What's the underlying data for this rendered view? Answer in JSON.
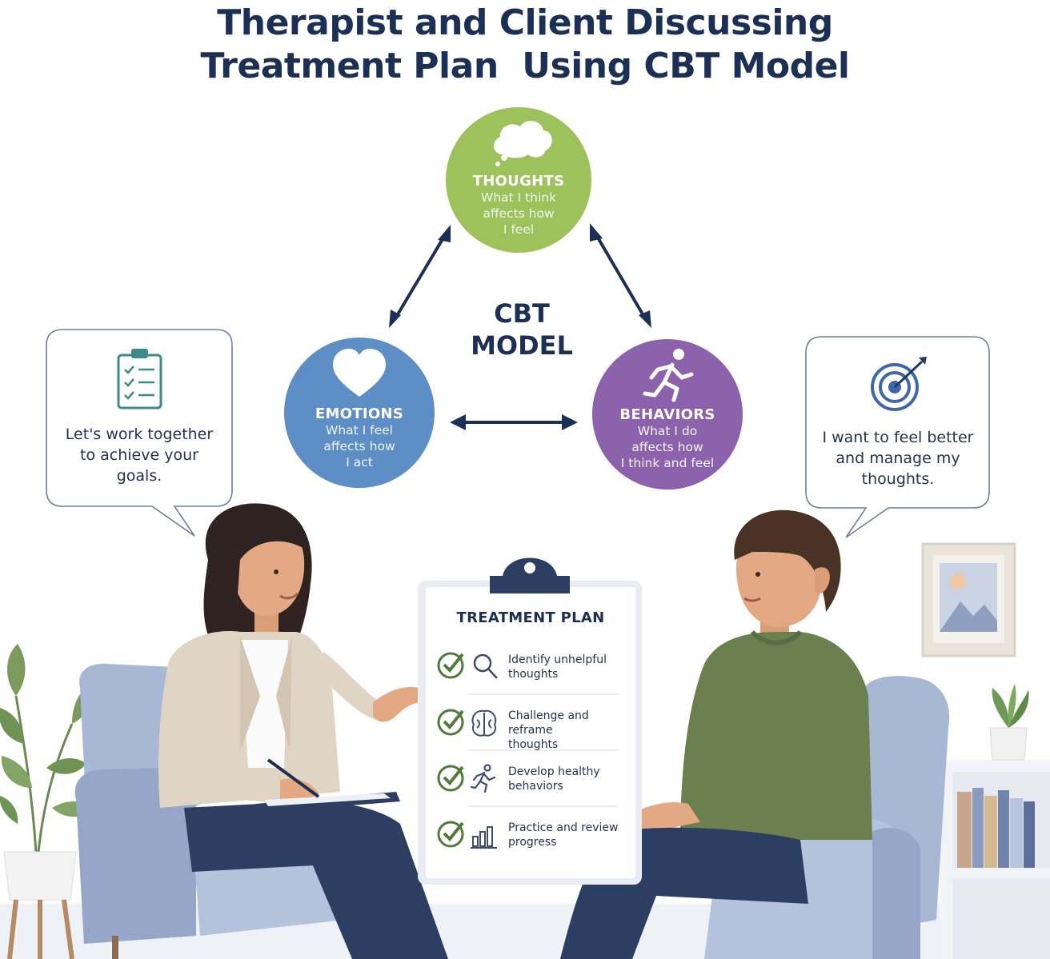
{
  "title": {
    "line1": "Therapist and Client Discussing",
    "line2": "Treatment Plan  Using CBT Model"
  },
  "cbt_model": {
    "center_label_line1": "CBT",
    "center_label_line2": "MODEL",
    "thoughts": {
      "title": "THOUGHTS",
      "lines": [
        "What I think",
        "affects how",
        "I feel"
      ],
      "color": "#9dc15b",
      "icon": "thought-cloud-icon"
    },
    "emotions": {
      "title": "EMOTIONS",
      "lines": [
        "What I feel",
        "affects how",
        "I act"
      ],
      "color": "#5d8ec6",
      "icon": "heart-icon"
    },
    "behaviors": {
      "title": "BEHAVIORS",
      "lines": [
        "What I do",
        "affects how",
        "I think and feel"
      ],
      "color": "#8d62ad",
      "icon": "running-person-icon"
    },
    "arrow_color": "#1c2f55"
  },
  "therapist_bubble": {
    "icon": "clipboard-checklist-icon",
    "lines": [
      "Let's work together",
      "to achieve your",
      "goals."
    ]
  },
  "client_bubble": {
    "icon": "target-icon",
    "lines": [
      "I want to feel better",
      "and manage my",
      "thoughts."
    ]
  },
  "treatment_plan": {
    "heading": "TREATMENT PLAN",
    "items": [
      {
        "lines": [
          "Identify unhelpful",
          "thoughts"
        ],
        "icon": "magnifier-icon"
      },
      {
        "lines": [
          "Challenge and reframe",
          "thoughts"
        ],
        "icon": "brain-icon"
      },
      {
        "lines": [
          "Develop healthy",
          "behaviors"
        ],
        "icon": "running-person-icon"
      },
      {
        "lines": [
          "Practice and review",
          "progress"
        ],
        "icon": "bar-chart-icon"
      }
    ],
    "check_color": "#4f7a3a"
  }
}
